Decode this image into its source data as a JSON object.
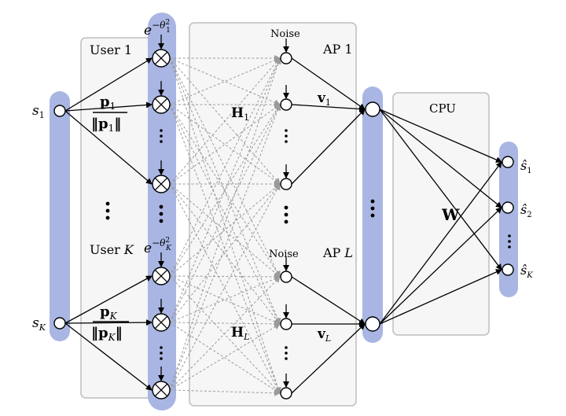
{
  "labels": {
    "user1": "User 1",
    "userK_prefix": "User ",
    "userK_var": "K",
    "ap1": "AP 1",
    "apL_prefix": "AP ",
    "apL_var": "L",
    "cpu": "CPU",
    "noise_top": "Noise",
    "noise_mid": "Noise",
    "s1_base": "s",
    "s1_sub": "1",
    "sK_base": "s",
    "sK_sub": "K",
    "p1_num": "p",
    "p1_num_sub": "1",
    "p1_den": "‖p",
    "p1_den_sub": "1",
    "p1_den_end": "‖",
    "pK_num": "p",
    "pK_num_sub": "K",
    "pK_den": "‖p",
    "pK_den_sub": "K",
    "pK_den_end": "‖",
    "exp1_base": "e",
    "exp1_sup": "−θ",
    "exp1_sup2": "2",
    "exp1_sub": "1",
    "expK_base": "e",
    "expK_sup": "−θ",
    "expK_sup2": "2",
    "expK_sub": "K",
    "H1": "H",
    "H1_sub": "1",
    "HL": "H",
    "HL_sub": "L",
    "v1": "v",
    "v1_sub": "1",
    "vL": "v",
    "vL_sub": "L",
    "W": "W",
    "o1_base": "ŝ",
    "o1_sub": "1",
    "o2_base": "ŝ",
    "o2_sub": "2",
    "oK_base": "ŝ",
    "oK_sub": "K"
  },
  "colors": {
    "bar": "#a9b6e3",
    "box_stroke": "#bdbdbd",
    "box_fill": "#f6f6f6",
    "line": "#000000",
    "dashed": "#9a9a9a"
  }
}
